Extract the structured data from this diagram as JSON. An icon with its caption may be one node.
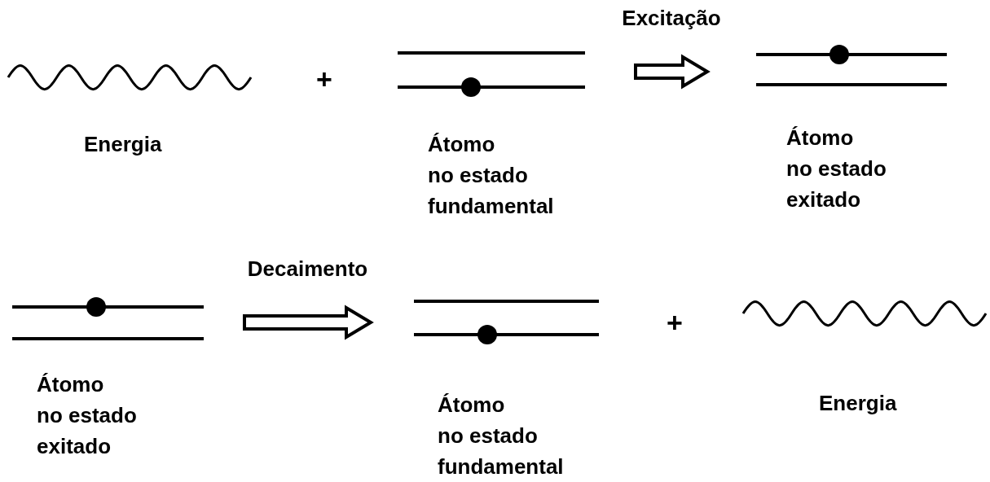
{
  "diagram": {
    "nodes": [
      {
        "text": [
          "Energia"
        ]
      },
      {
        "text": [
          "Átomo no estado fundamental"
        ]
      },
      {
        "text": [
          "Átomo no estado exitado"
        ]
      },
      {
        "text": [
          "Átomo no estado exitado"
        ]
      },
      {
        "text": [
          "Átomo no estado fundamental"
        ]
      },
      {
        "text": [
          "Energia"
        ]
      }
    ],
    "edges": [
      {
        "from": 1,
        "to": 2,
        "arrow": "to",
        "label": "Excitação"
      },
      {
        "from": 3,
        "to": 4,
        "arrow": "to",
        "label": "Decaimento"
      }
    ],
    "labels": [
      "+",
      "+"
    ]
  }
}
